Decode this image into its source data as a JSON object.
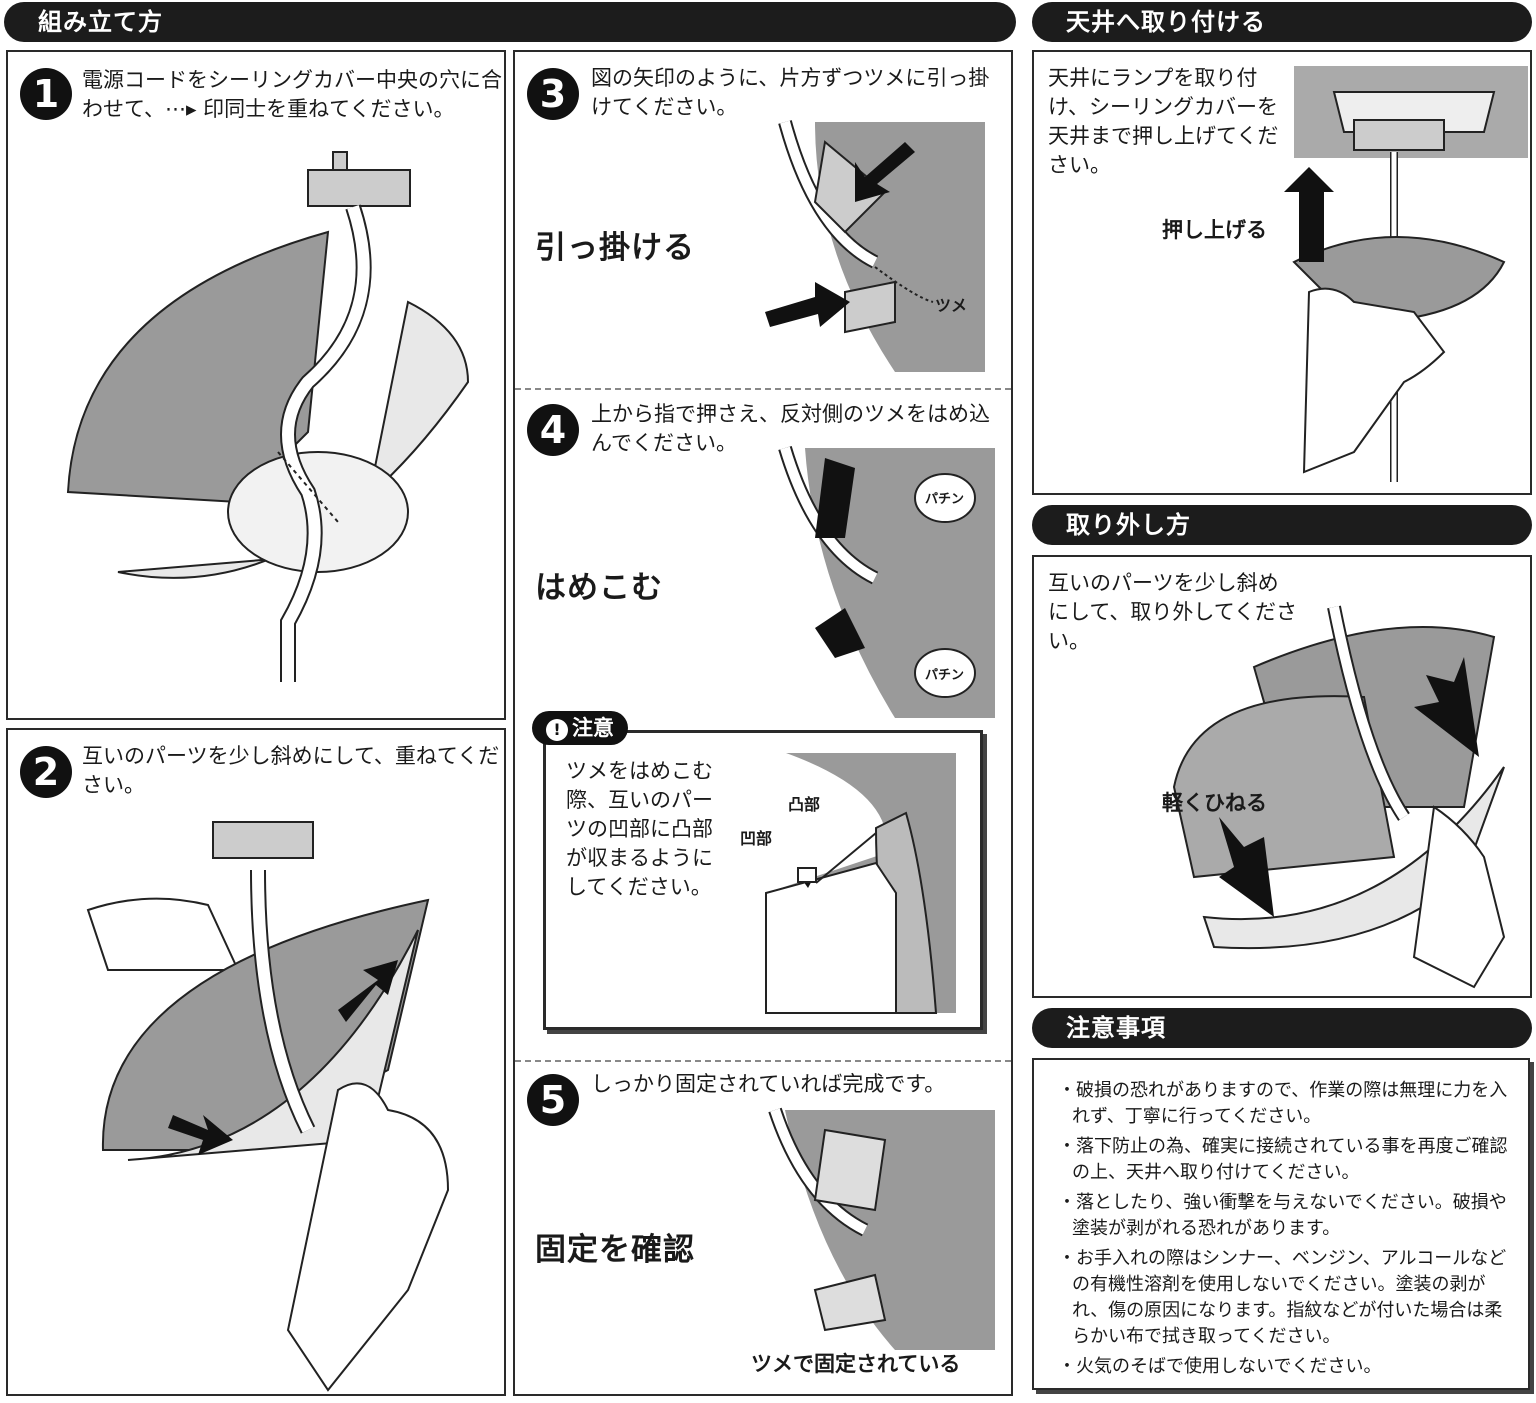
{
  "headers": {
    "assembly": "組み立て方",
    "ceiling": "天井へ取り付ける",
    "removal": "取り外し方",
    "caution_items": "注意事項"
  },
  "step1": {
    "number": "1",
    "text": "電源コードをシーリングカバー中央の穴に合わせて、⋯▸ 印同士を重ねてください。"
  },
  "step2": {
    "number": "2",
    "text": "互いのパーツを少し斜めにして、重ねてください。"
  },
  "step3": {
    "number": "3",
    "text": "図の矢印のように、片方ずつツメに引っ掛けてください。",
    "label": "引っ掛ける",
    "tsume": "ツメ"
  },
  "step4": {
    "number": "4",
    "text": "上から指で押さえ、反対側のツメをはめ込んでください。",
    "label": "はめこむ",
    "snap1": "パチン",
    "snap2": "パチン"
  },
  "caution": {
    "title": "注意",
    "text": "ツメをはめこむ際、互いのパーツの凹部に凸部が収まるようにしてください。",
    "convex": "凸部",
    "concave": "凹部"
  },
  "step5": {
    "number": "5",
    "text": "しっかり固定されていれば完成です。",
    "label": "固定を確認",
    "fixed": "ツメで固定されている"
  },
  "ceiling": {
    "text": "天井にランプを取り付け、シーリングカバーを天井まで押し上げてください。",
    "push": "押し上げる"
  },
  "removal": {
    "text": "互いのパーツを少し斜めにして、取り外してください。",
    "twist": "軽くひねる"
  },
  "notes": [
    "・破損の恐れがありますので、作業の際は無理に力を入れず、丁寧に行ってください。",
    "・落下防止の為、確実に接続されている事を再度ご確認の上、天井へ取り付けてください。",
    "・落としたり、強い衝撃を与えないでください。破損や塗装が剥がれる恐れがあります。",
    "・お手入れの際はシンナー、ベンジン、アルコールなどの有機性溶剤を使用しないでください。塗装の剥がれ、傷の原因になります。指紋などが付いた場合は柔らかい布で拭き取ってください。",
    "・火気のそばで使用しないでください。"
  ]
}
